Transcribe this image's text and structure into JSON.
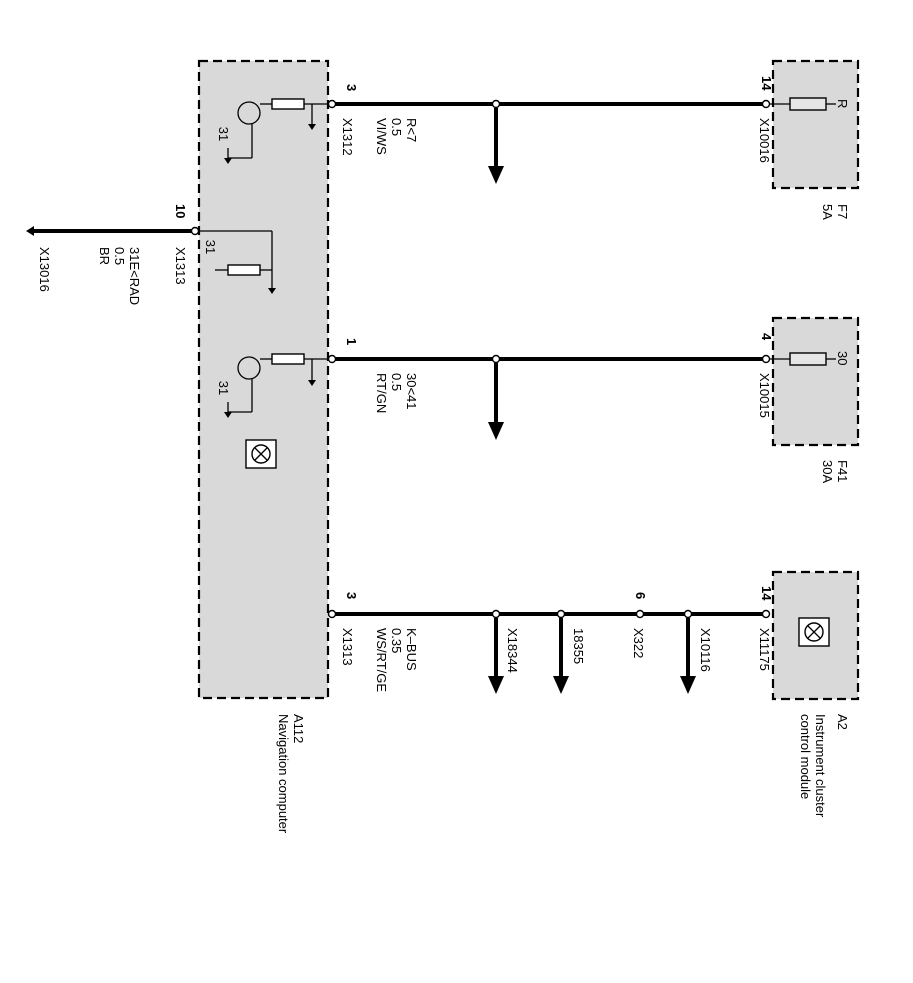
{
  "modules": {
    "nav": {
      "id": "A112",
      "name": "Navigation computer"
    },
    "cluster": {
      "id": "A2",
      "name": "Instrument cluster control module"
    },
    "fuse7": {
      "id": "F7",
      "rating": "5A",
      "terminal": "R"
    },
    "fuse41": {
      "id": "F41",
      "rating": "30A",
      "terminal": "30"
    }
  },
  "ground_labels": {
    "g1": "31",
    "g2": "31",
    "g3": "31"
  },
  "circuits": {
    "c1": {
      "left_pin": "3",
      "left_conn": "X1312",
      "right_pin": "14",
      "right_conn": "X10016",
      "wire_id": "R<7",
      "gauge": "0.5",
      "color": "VI/WS"
    },
    "c2": {
      "left_pin": "1",
      "right_pin": "4",
      "right_conn": "X10015",
      "wire_id": "30<41",
      "gauge": "0.5",
      "color": "RT/GN"
    },
    "c3": {
      "left_pin": "3",
      "left_conn": "X1313",
      "right_pin": "14",
      "right_conn": "X11175",
      "wire_id": "K–BUS",
      "gauge": "0.35",
      "color": "WS/RT/GE",
      "splice_1": "X18344",
      "splice_2": "18355",
      "mid_pin": "6",
      "mid_conn": "X322",
      "splice_3": "X10116"
    },
    "ground": {
      "pin": "10",
      "conn": "X1313",
      "wire_id": "31E<RAD",
      "gauge": "0.5",
      "color": "BR",
      "end_conn": "X13016"
    }
  }
}
